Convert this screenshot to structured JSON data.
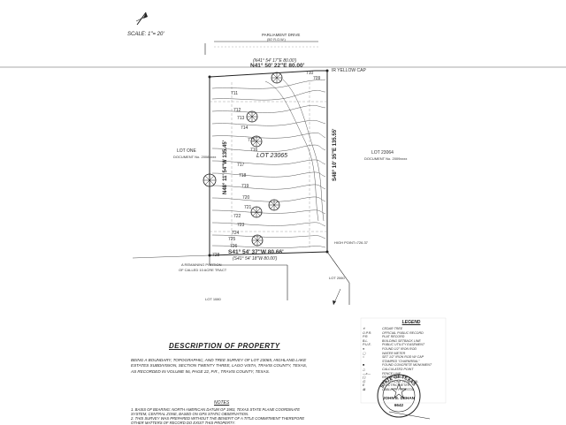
{
  "scale_text": "SCALE: 1\"= 20'",
  "lot_label": "LOT 23065",
  "street": {
    "name": "PARLIAMENT DRIVE",
    "width": "(50' R.O.W.)"
  },
  "bearings": {
    "north": "N41° 50' 22\"E 80.00'",
    "north_record": "(N41° 54' 17\"E 80.00')",
    "south": "S41° 54' 37\"W 80.66'",
    "south_record": "(S41° 54' 18\"W 80.00')",
    "west": "N48° 11' 54\"W 135.45'",
    "east": "S48° 10' 35\"E 135.55'"
  },
  "contours": [
    "711",
    "712",
    "713",
    "714",
    "715",
    "716",
    "717",
    "718",
    "719",
    "720",
    "721",
    "722",
    "723",
    "724",
    "725",
    "726",
    "728",
    "708",
    "709",
    "707",
    "710"
  ],
  "adjoining": {
    "lot_one": "LOT ONE",
    "lot_one_doc": "DOCUMENT No. 2008xxxx",
    "lot_right": "LOT 23064",
    "lot_right_doc": "DOCUMENT No. 2009xxxx",
    "lot_bottom": "LOT 1080",
    "lot_bottom_right": "LOT 2060",
    "remaining_portion": "A REMAINING PORTION",
    "called_tract": "OF CALLED 10 ACRE TRACT",
    "fence_note": "HIGH POINT=726.37",
    "yellow_cap": "IR YELLOW CAP"
  },
  "description": {
    "title": "DESCRIPTION OF PROPERTY",
    "body": "BEING A BOUNDARY, TOPOGRAPHIC, AND TREE SURVEY OF LOT 23065, HIGHLAND LAKE ESTATES SUBDIVISION, SECTION TWENTY THREE, LAGO VISTA, TRAVIS COUNTY, TEXAS, AS RECORDED IN VOLUME 56, PAGE 22, P.R., TRAVIS COUNTY, TEXAS."
  },
  "notes": {
    "title": "NOTES",
    "items": [
      "1. BASIS OF BEARING: NORTH AMERICAN DATUM OF 1983, TEXAS STATE PLANE COORDINATE SYSTEM, CENTRAL ZONE, BASED ON GPS STATIC OBSERVATION.",
      "2. THIS SURVEY WAS PREPARED WITHOUT THE BENEFIT OF A TITLE COMMITMENT THEREFORE OTHER MATTERS OF RECORD DO EXIST THIS PROPERTY."
    ]
  },
  "legend": {
    "title": "LEGEND",
    "items": [
      "CEDAR TREE",
      "OFFICIAL PUBLIC RECORD",
      "PLAT RECORD",
      "BUILDING SETBACK LINE",
      "PUBLIC UTILITY EASEMENT",
      "FOUND 1/2\" IRON ROD",
      "WATER METER",
      "SET 1/2\" IRON ROD W/ CAP",
      "STAMPED \"CHAPARRAL\"",
      "FOUND CONCRETE MONUMENT",
      "CALCULATED POINT",
      "FENCE LINE",
      "RECORD CALLS",
      "TELEPHONE PEDESTAL",
      "ELECTRIC METER",
      "CABLE TV PEDESTAL"
    ]
  },
  "seal": {
    "state_text": "STATE OF TEXAS",
    "name": "JOHN E. DEHAN",
    "number": "6642"
  },
  "colors": {
    "line": "#222222",
    "light": "#777777"
  }
}
